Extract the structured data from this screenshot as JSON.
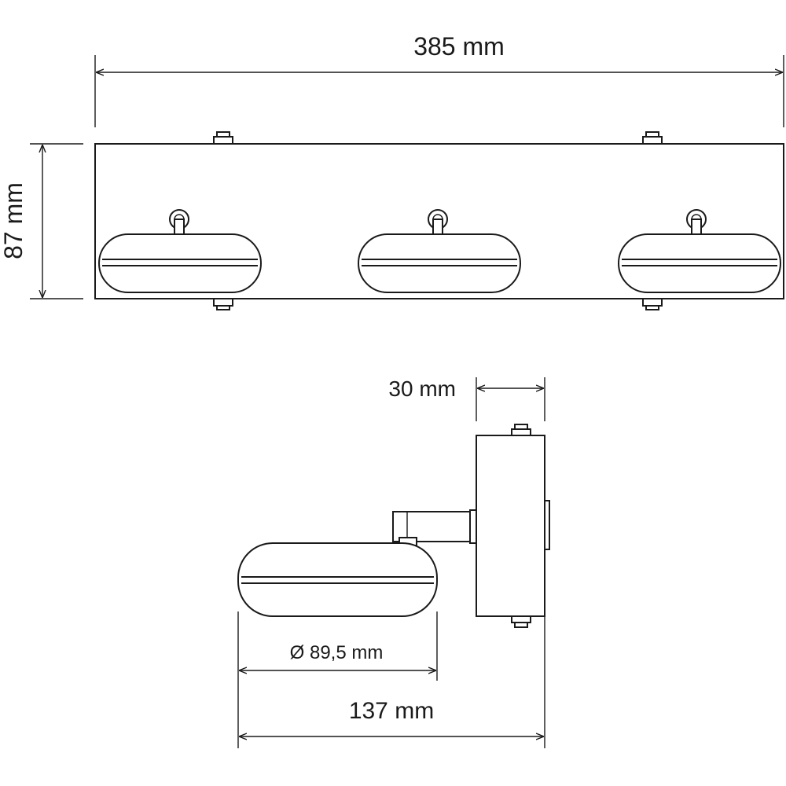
{
  "dimensions": {
    "total_length": "385 mm",
    "height": "87 mm",
    "base_depth": "30 mm",
    "spot_diameter": "Ø 89,5 mm",
    "total_depth": "137 mm"
  },
  "colors": {
    "line": "#1a1a1a",
    "background": "#ffffff"
  }
}
